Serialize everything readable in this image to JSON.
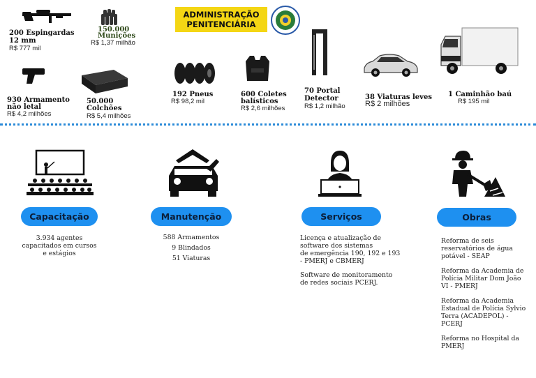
{
  "header": {
    "banner_line1": "ADMINISTRAÇÃO",
    "banner_line2": "PENITENCIÁRIA"
  },
  "items": [
    {
      "icon": "rifle-icon",
      "label_l1": "200 Espingardas",
      "label_l2": "12 mm",
      "value": "R$ 777 mil"
    },
    {
      "icon": "ammunition-icon",
      "label_l1": "150.000",
      "label_l2": "Munições",
      "value": "R$ 1,37  milhão"
    },
    {
      "icon": "taser-icon",
      "label_l1": "930 Armamento",
      "label_l2": "não letal",
      "value": "R$ 4,2 milhões"
    },
    {
      "icon": "mattress-icon",
      "label_l1": "50.000",
      "label_l2": "Colchões",
      "value": "R$ 5,4 milhões"
    },
    {
      "icon": "tires-icon",
      "label_l1": "192 Pneus",
      "label_l2": "",
      "value": "R$ 98,2 mil"
    },
    {
      "icon": "vest-icon",
      "label_l1": "600 Coletes",
      "label_l2": "balísticos",
      "value": "R$  2,6 milhões"
    },
    {
      "icon": "detector-icon",
      "label_l1": "70 Portal",
      "label_l2": "Detector",
      "value": "R$ 1,2 milhão"
    },
    {
      "icon": "car-icon",
      "label_l1": "38 Viaturas leves",
      "label_l2": "",
      "value": "R$ 2 milhões"
    },
    {
      "icon": "truck-icon",
      "label_l1": "1 Caminhão baú",
      "label_l2": "",
      "value": "R$ 195 mil"
    }
  ],
  "sections": {
    "capacitacao": {
      "title": "Capacitação",
      "lines": [
        "3.934 agentes",
        "capacitados em cursos",
        "e estágios"
      ]
    },
    "manutencao": {
      "title": "Manutenção",
      "lines": [
        "588 Armamentos",
        "9 Blindados",
        "51 Viaturas"
      ]
    },
    "servicos": {
      "title": "Serviços",
      "p1": [
        "Licença e atualização de",
        "software dos sistemas",
        "de emergência 190, 192 e 193",
        "- PMERJ e CBMERJ"
      ],
      "p2": [
        "Software de monitoramento",
        "de redes sociais  PCERJ."
      ]
    },
    "obras": {
      "title": "Obras",
      "p1": [
        "Reforma de seis",
        "reservatórios de água",
        "potável - SEAP"
      ],
      "p2": [
        "Reforma da Academia de",
        "Polícia Militar Dom João",
        "VI - PMERJ"
      ],
      "p3": [
        "Reforma da Academia",
        "Estadual de Polícia Sylvio",
        "Terra (ACADEPOL) -",
        "PCERJ"
      ],
      "p4": [
        "Reforma no Hospital da",
        "PMERJ"
      ]
    }
  },
  "colors": {
    "banner": "#f4d614",
    "pill": "#1e90f0",
    "dots": "#2a8ad8"
  }
}
